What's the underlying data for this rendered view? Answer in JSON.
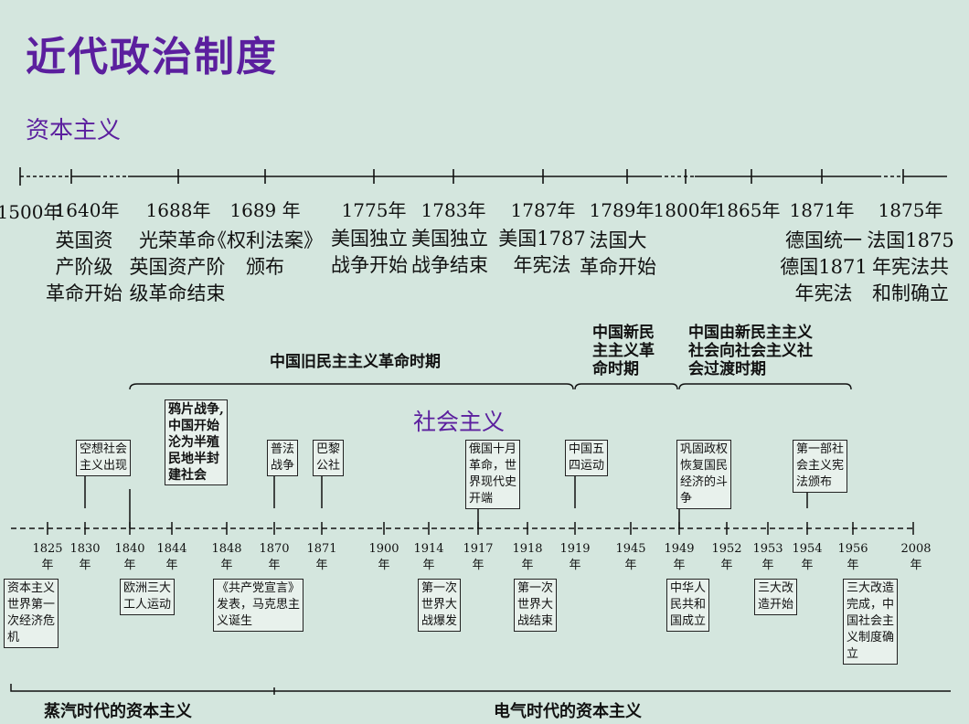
{
  "title": "近代政治制度",
  "section_capitalism": "资本主义",
  "section_socialism": "社会主义",
  "top_timeline": [
    {
      "year": "1500年",
      "event": ""
    },
    {
      "year": "1640年",
      "event": "英国资\n产阶级\n革命开始"
    },
    {
      "year": "1688年",
      "event": "光荣革命\n英国资产阶\n级革命结束"
    },
    {
      "year": "1689 年",
      "event": "《权利法案》\n颁布"
    },
    {
      "year": "1775年",
      "event": "美国独立\n战争开始"
    },
    {
      "year": "1783年",
      "event": "美国独立\n战争结束"
    },
    {
      "year": "1787年",
      "event": "美国1787\n年宪法"
    },
    {
      "year": "1789年",
      "event": "法国大\n革命开始"
    },
    {
      "year": "1800年",
      "event": ""
    },
    {
      "year": "1865年",
      "event": ""
    },
    {
      "year": "1871年",
      "event": "德国统一\n德国1871\n年宪法"
    },
    {
      "year": "1875年",
      "event": "法国1875\n年宪法共\n和制确立"
    }
  ],
  "eras": {
    "old_democratic": "中国旧民主主义革命时期",
    "new_democratic": "中国新民\n主主义革\n命时期",
    "transition": "中国由新民主主义\n社会向社会主义社\n会过渡时期"
  },
  "bottom_timeline": {
    "years": [
      "1825\n年",
      "1830\n年",
      "1840\n年",
      "1844\n年",
      "1848\n年",
      "1870\n年",
      "1871\n年",
      "1900\n年",
      "1914\n年",
      "1917\n年",
      "1918\n年",
      "1919\n年",
      "1945\n年",
      "1949\n年",
      "1952\n年",
      "1953\n年",
      "1954\n年",
      "1956\n年",
      "2008\n年"
    ],
    "above_events": [
      {
        "text": "空想社会\n主义出现"
      },
      {
        "text": "鸦片战争,\n中国开始\n沦为半殖\n民地半封\n建社会"
      },
      {
        "text": "普法\n战争"
      },
      {
        "text": "巴黎\n公社"
      },
      {
        "text": "俄国十月\n革命，世\n界现代史\n开端"
      },
      {
        "text": "中国五\n四运动"
      },
      {
        "text": "巩固政权\n恢复国民\n经济的斗\n争"
      },
      {
        "text": "第一部社\n会主义宪\n法颁布"
      }
    ],
    "below_events": [
      {
        "text": "资本主义\n世界第一\n次经济危\n机"
      },
      {
        "text": "欧洲三大\n工人运动"
      },
      {
        "text": "《共产党宣言》\n发表，马克思主\n义诞生"
      },
      {
        "text": "第一次\n世界大\n战爆发"
      },
      {
        "text": "第一次\n世界大\n战结束"
      },
      {
        "text": "中华人\n民共和\n国成立"
      },
      {
        "text": "三大改\n造开始"
      },
      {
        "text": "三大改造\n完成，中\n国社会主\n义制度确\n立"
      }
    ]
  },
  "ages": {
    "steam": "蒸汽时代的资本主义",
    "electric": "电气时代的资本主义"
  }
}
